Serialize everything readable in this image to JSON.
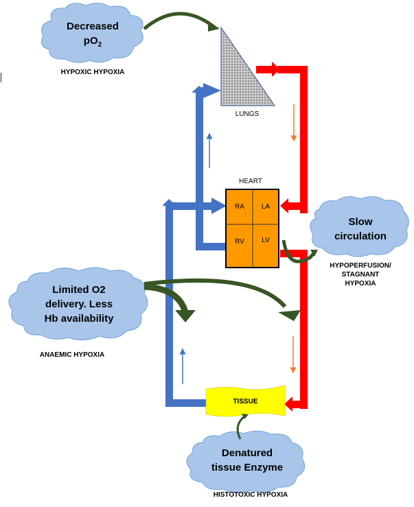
{
  "title": "Types of Hypoxia",
  "colors": {
    "venous_blue": "#4472C4",
    "arterial_red": "#FF0000",
    "heart_orange": "#FF9900",
    "tissue_yellow": "#FFFF00",
    "cloud_fill": "#A9C6EA",
    "cloud_stroke": "#6E9FD8",
    "cause_arrow_green": "#375623",
    "flow_arrow_orange": "#ED7D31",
    "lungs_fill": "#BFBFBF",
    "lungs_edge": "#2F5597"
  },
  "organs": {
    "lungs": "LUNGS",
    "heart": "HEART",
    "tissue": "TISSUE"
  },
  "heart_chambers": {
    "ra": "RA",
    "la": "LA",
    "rv": "RV",
    "lv": "LV"
  },
  "causes": [
    {
      "id": "hypoxic",
      "cloud_lines": [
        "Decreased",
        "pO"
      ],
      "subscript": "2",
      "caption": "HYPOXIC HYPOXIA"
    },
    {
      "id": "stagnant",
      "cloud_lines": [
        "Slow",
        "circulation"
      ],
      "caption_lines": [
        "HYPOPERFUSION/",
        "STAGNANT",
        "HYPOXIA"
      ]
    },
    {
      "id": "anaemic",
      "cloud_lines": [
        "Limited O2",
        "delivery. Less",
        "Hb availability"
      ],
      "caption": "ANAEMIC HYPOXIA"
    },
    {
      "id": "histotoxic",
      "cloud_lines": [
        "Denatured",
        "tissue Enzyme"
      ],
      "caption": "HISTOTOXIC HYPOXIA"
    }
  ]
}
